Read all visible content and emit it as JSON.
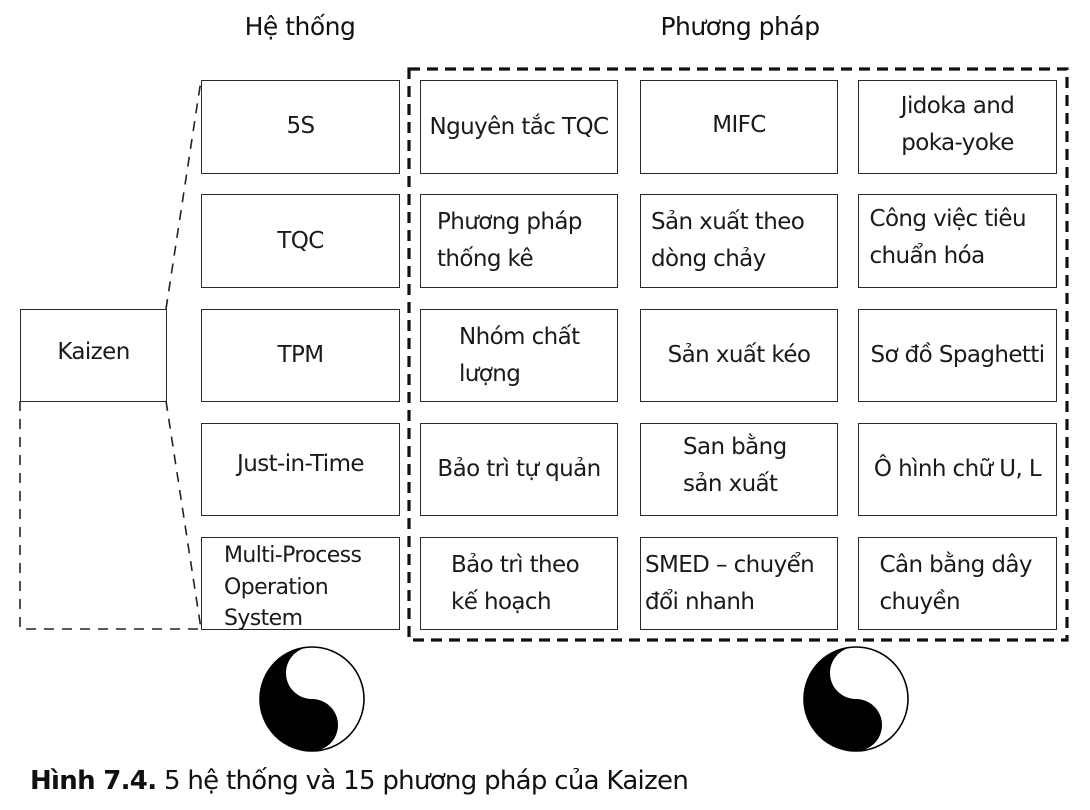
{
  "headings": {
    "systems": "Hệ thống",
    "methods": "Phương pháp"
  },
  "root": {
    "label": "Kaizen"
  },
  "systems": [
    {
      "label": "5S"
    },
    {
      "label": "TQC"
    },
    {
      "label": "TPM"
    },
    {
      "label": "Just-in-Time"
    },
    {
      "label": "Multi-Process Operation System"
    }
  ],
  "methods": [
    {
      "label": "Nguyên tắc TQC"
    },
    {
      "label": "MIFC"
    },
    {
      "label": "Jidoka and poka-yoke"
    },
    {
      "label": "Phương pháp thống kê"
    },
    {
      "label": "Sản xuất theo dòng chảy"
    },
    {
      "label": "Công việc tiêu chuẩn hóa"
    },
    {
      "label": "Nhóm chất lượng"
    },
    {
      "label": "Sản xuất kéo"
    },
    {
      "label": "Sơ đồ Spaghetti"
    },
    {
      "label": "Bảo trì tự quản"
    },
    {
      "label": "San bằng sản xuất"
    },
    {
      "label": "Ô hình chữ U, L"
    },
    {
      "label": "Bảo trì theo kế hoạch"
    },
    {
      "label": "SMED – chuyển đổi nhanh"
    },
    {
      "label": "Cân bằng dây chuyền"
    }
  ],
  "icons": [
    "yin-yang-icon",
    "yin-yang-icon"
  ],
  "caption": {
    "prefix": "Hình 7.4.",
    "text": " 5 hệ thống và 15 phương pháp của Kaizen"
  }
}
